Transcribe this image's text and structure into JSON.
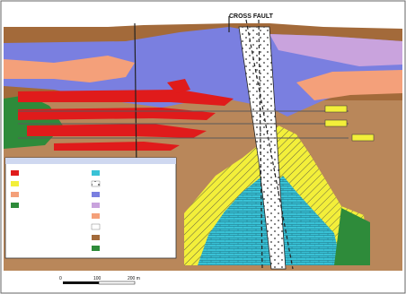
{
  "section": {
    "fault_title": "CROSS FAULT"
  },
  "scale_bar": {
    "labels": [
      "0",
      "100",
      "200 m"
    ]
  },
  "colors": {
    "surface_brown": "#a36a3a",
    "host_rock_blue": "#7a7fe0",
    "salmon_unit": "#f4a07a",
    "green_unit": "#2e8b3a",
    "lilac_unit": "#c9a3dd",
    "ore_red": "#e01b1b",
    "breccia_yellow": "#f3ef3a",
    "footwall_tan": "#c79a6c",
    "cyan_intrusive": "#39c2d6"
  }
}
